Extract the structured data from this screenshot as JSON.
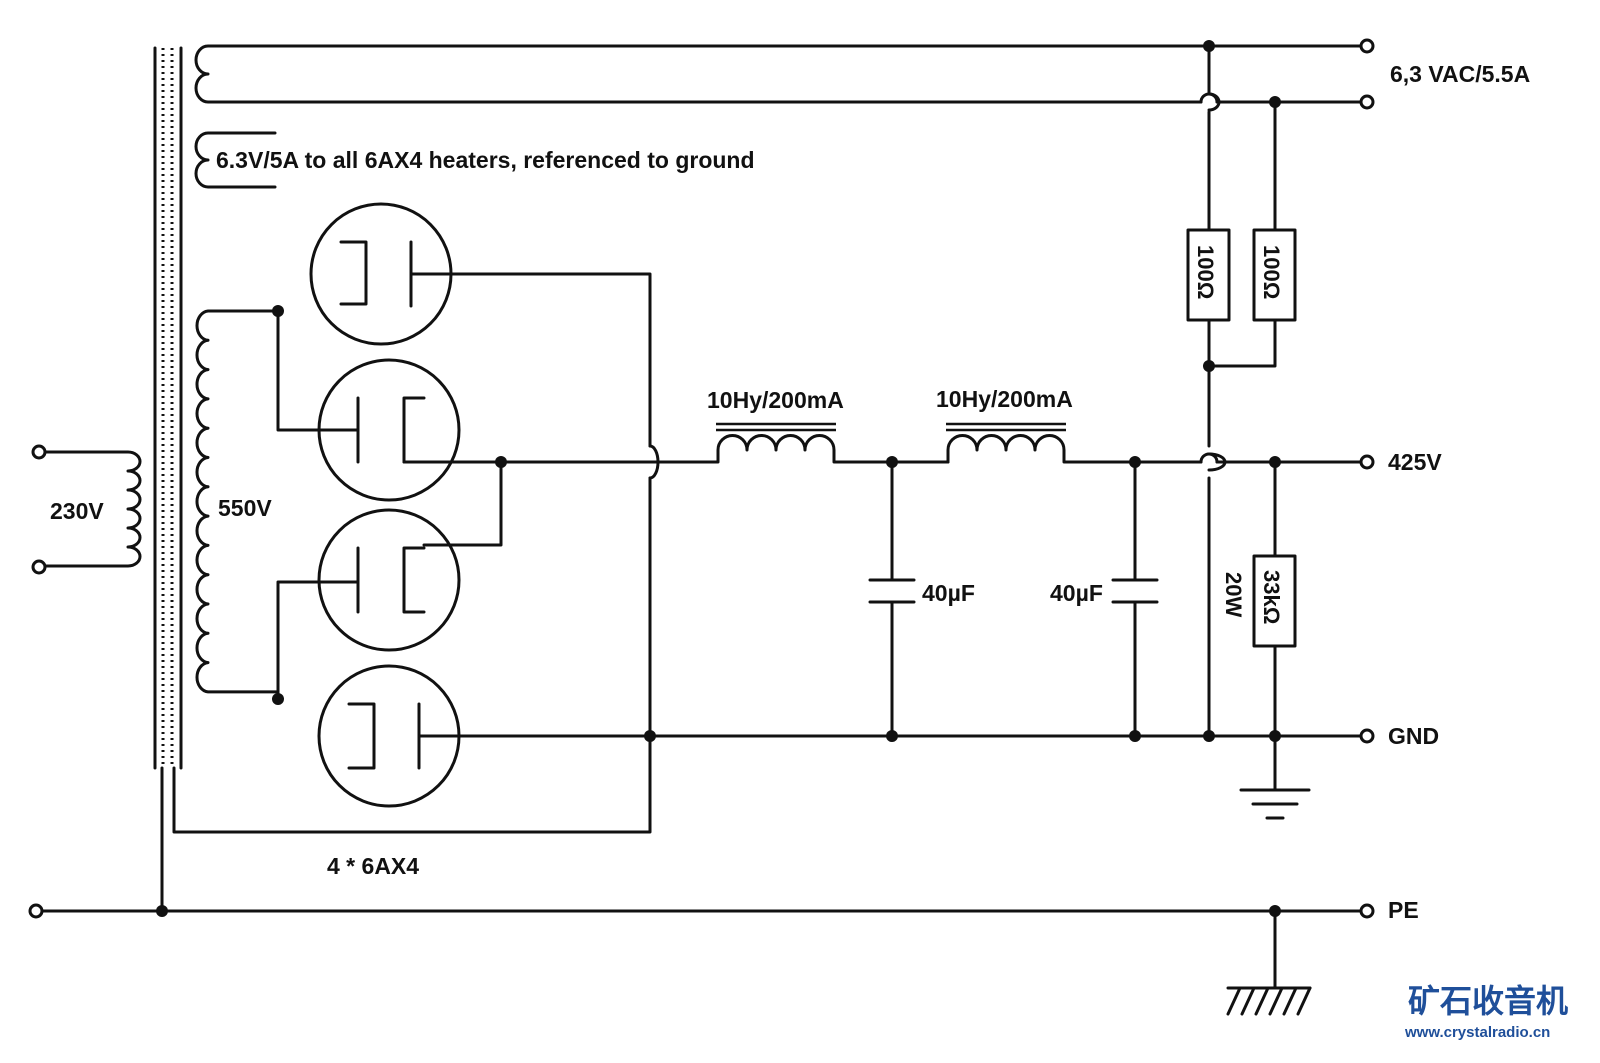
{
  "labels": {
    "heater_out": "6,3 VAC/5.5A",
    "heater_note": "6.3V/5A to all 6AX4 heaters, referenced to ground",
    "mains": "230V",
    "secondary": "550V",
    "choke1": "10Hy/200mA",
    "choke2": "10Hy/200mA",
    "cap1": "40µF",
    "cap2": "40µF",
    "r_hum1": "100Ω",
    "r_hum2": "100Ω",
    "r_bleed": "33kΩ",
    "r_bleed_power": "20W",
    "b_plus": "425V",
    "gnd": "GND",
    "pe": "PE",
    "tubes": "4 * 6AX4"
  },
  "watermark": {
    "cn": "矿石收音机",
    "url": "www.crystalradio.cn",
    "color": "#1f4f9a"
  }
}
